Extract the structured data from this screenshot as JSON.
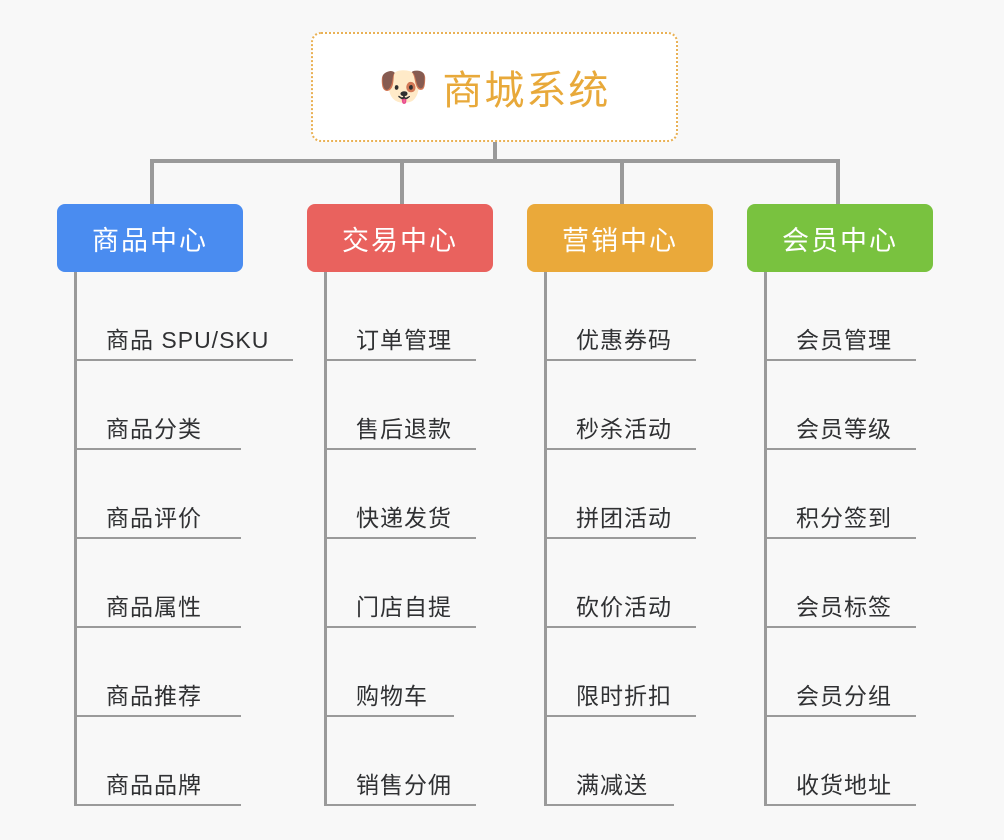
{
  "root": {
    "icon": "dog-face-icon",
    "icon_glyph": "🐶",
    "title": "商城系统",
    "title_color": "#e8a93a",
    "border_color": "#e9b155"
  },
  "canvas": {
    "background_color": "#f8f8f8",
    "connector_color": "#9a9a9a"
  },
  "branches": [
    {
      "id": "product-center",
      "label": "商品中心",
      "color": "#4a8cf0",
      "items": [
        "商品 SPU/SKU",
        "商品分类",
        "商品评价",
        "商品属性",
        "商品推荐",
        "商品品牌"
      ]
    },
    {
      "id": "trade-center",
      "label": "交易中心",
      "color": "#e9625e",
      "items": [
        "订单管理",
        "售后退款",
        "快递发货",
        "门店自提",
        "购物车",
        "销售分佣"
      ]
    },
    {
      "id": "marketing-center",
      "label": "营销中心",
      "color": "#eaa93a",
      "items": [
        "优惠券码",
        "秒杀活动",
        "拼团活动",
        "砍价活动",
        "限时折扣",
        "满减送"
      ]
    },
    {
      "id": "member-center",
      "label": "会员中心",
      "color": "#79c23f",
      "items": [
        "会员管理",
        "会员等级",
        "积分签到",
        "会员标签",
        "会员分组",
        "收货地址"
      ]
    }
  ]
}
